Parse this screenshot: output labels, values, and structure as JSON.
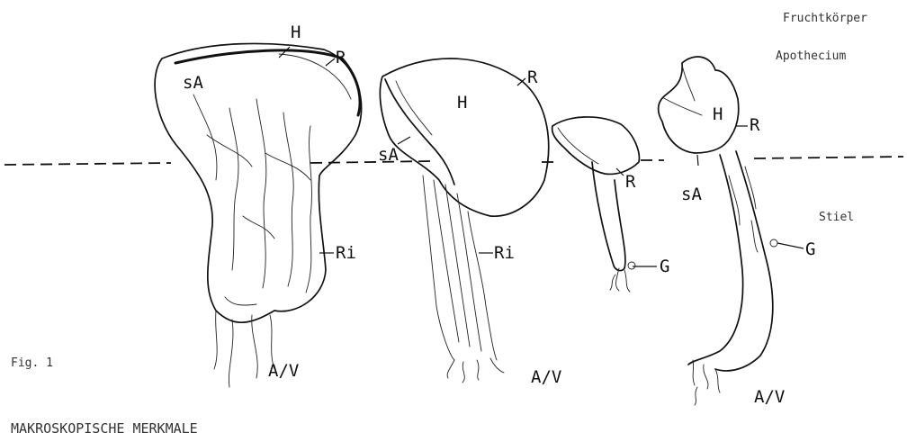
{
  "section_labels": {
    "fruchtkoerper": "Fruchtkörper",
    "apothecium": "Apothecium",
    "stiel": "Stiel"
  },
  "figure_label": "Fig. 1",
  "caption": "MAKROSKOPISCHE MERKMALE",
  "specimens": [
    {
      "labels": {
        "H": "H",
        "R": "R",
        "sA": "sA",
        "Ri": "Ri",
        "base": "A/V"
      }
    },
    {
      "labels": {
        "H": "H",
        "R": "R",
        "sA": "sA",
        "Ri": "Ri",
        "base": "A/V"
      }
    },
    {
      "labels": {
        "R": "R",
        "G": "G"
      }
    },
    {
      "labels": {
        "H": "H",
        "R": "R",
        "sA": "sA",
        "G": "G",
        "base": "A/V"
      }
    }
  ]
}
